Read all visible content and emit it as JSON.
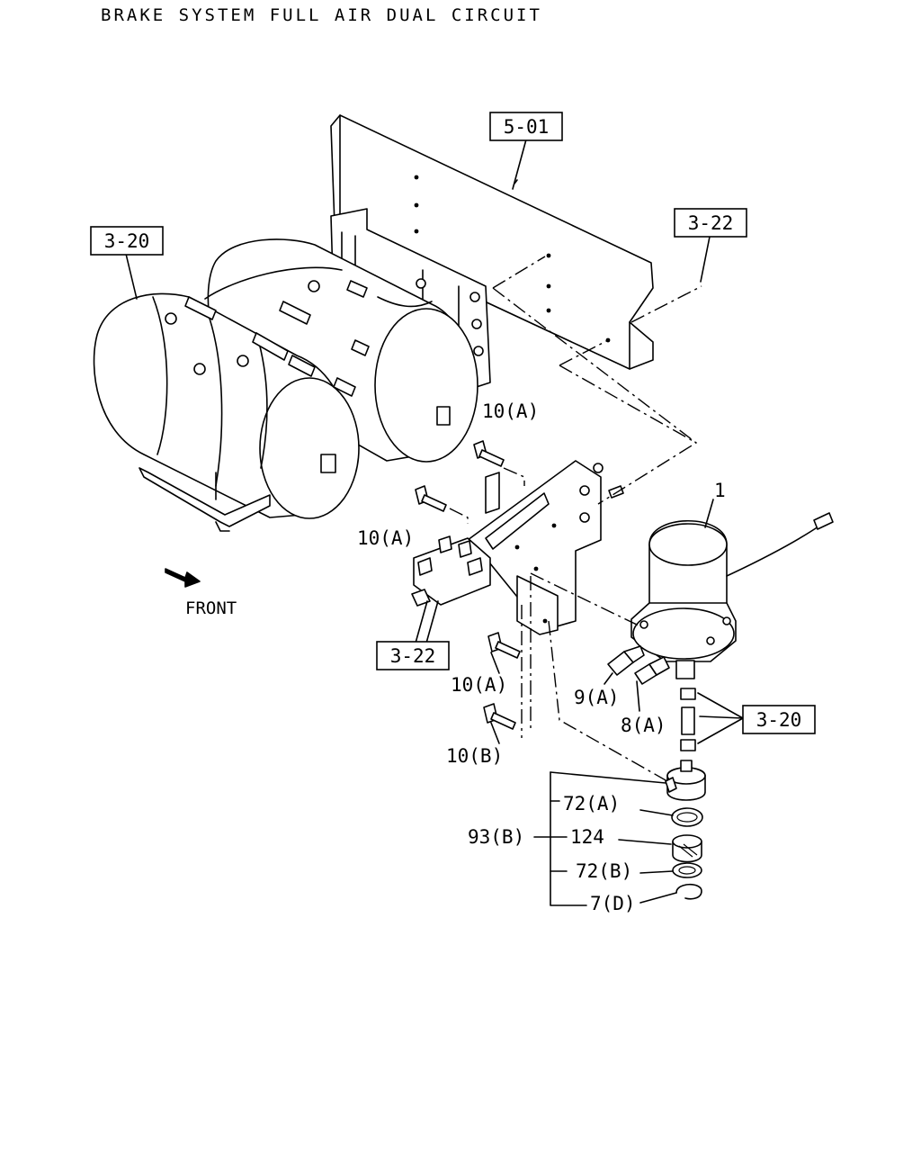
{
  "title": "BRAKE SYSTEM FULL AIR DUAL CIRCUIT",
  "front_label": "FRONT",
  "refs": {
    "r501": "5-01",
    "r322_top": "3-22",
    "r320_left": "3-20",
    "r322_bottom": "3-22",
    "r320_right": "3-20"
  },
  "callouts": {
    "p1": "1",
    "p10a_top": "10(A)",
    "p10a_left": "10(A)",
    "p10a_mid": "10(A)",
    "p10b": "10(B)",
    "p9a": "9(A)",
    "p8a": "8(A)",
    "p72a": "72(A)",
    "p93b": "93(B)",
    "p124": "124",
    "p72b": "72(B)",
    "p7d": "7(D)"
  }
}
